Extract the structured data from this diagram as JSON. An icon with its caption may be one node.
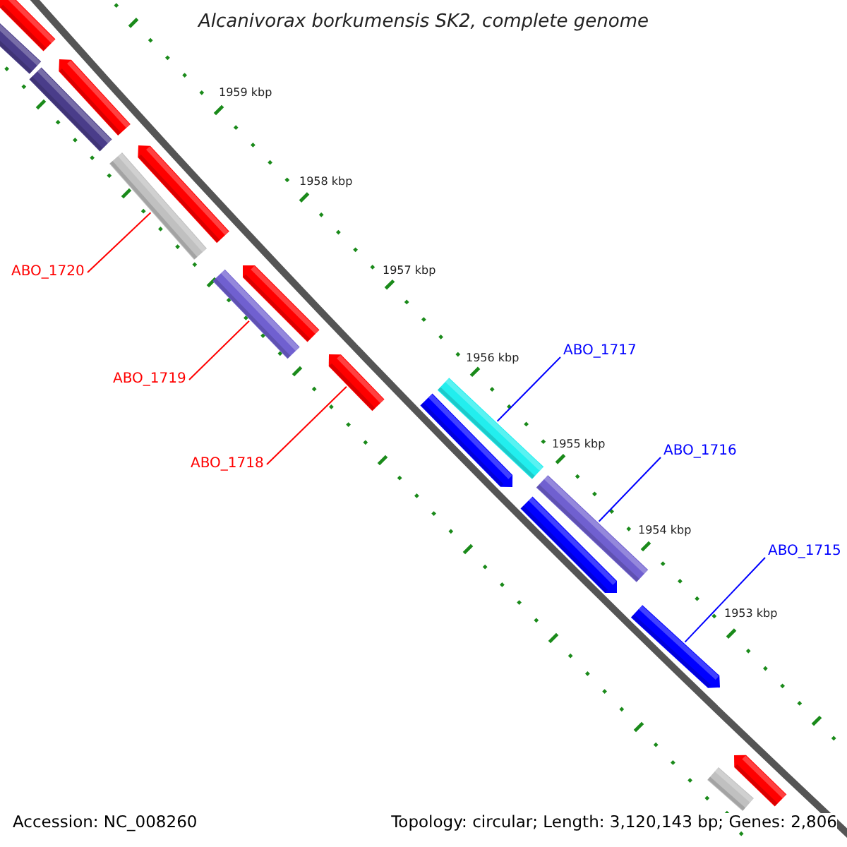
{
  "diagram": {
    "title": "Alcanivorax borkumensis SK2, complete genome",
    "nodes": [
      {
        "text": [
          "ABO_1720"
        ]
      },
      {
        "text": [
          "ABO_1719"
        ]
      },
      {
        "text": [
          "ABO_1718"
        ]
      },
      {
        "text": [
          "ABO_1717"
        ]
      },
      {
        "text": [
          "ABO_1716"
        ]
      },
      {
        "text": [
          "ABO_1715"
        ]
      },
      {
        "text": [],
        "shape": "arrow"
      },
      {
        "text": [],
        "shape": "arrow"
      },
      {
        "text": [],
        "shape": "arrow"
      },
      {
        "text": [],
        "shape": "arrow"
      },
      {
        "text": [],
        "shape": "arrow"
      },
      {
        "text": [],
        "shape": "bar"
      },
      {
        "text": [],
        "shape": "bar"
      },
      {
        "text": [],
        "shape": "bar"
      },
      {
        "text": [],
        "shape": "bar"
      },
      {
        "text": [],
        "shape": "bar"
      },
      {
        "text": [],
        "shape": "bar"
      },
      {
        "text": [],
        "shape": "arrow"
      },
      {
        "text": [],
        "shape": "arrow"
      },
      {
        "text": [],
        "shape": "arrow"
      },
      {
        "text": [],
        "shape": "bar"
      },
      {
        "text": [],
        "shape": "arrow"
      }
    ],
    "edges": [
      {
        "from": 0,
        "to": 13,
        "arrow": "none",
        "color": "#ff0000"
      },
      {
        "from": 1,
        "to": 14,
        "arrow": "none",
        "color": "#ff0000"
      },
      {
        "from": 2,
        "to": 10,
        "arrow": "none",
        "color": "#ff0000"
      },
      {
        "from": 3,
        "to": 15,
        "arrow": "none",
        "color": "#0000ff"
      },
      {
        "from": 4,
        "to": 16,
        "arrow": "none",
        "color": "#0000ff"
      },
      {
        "from": 5,
        "to": 19,
        "arrow": "none",
        "color": "#0000ff"
      }
    ],
    "labels": [
      "1959 kbp",
      "1958 kbp",
      "1957 kbp",
      "1956 kbp",
      "1955 kbp",
      "1954 kbp",
      "1953 kbp",
      "Accession: NC_008260",
      "Topology: circular; Length: 3,120,143 bp; Genes: 2,806"
    ]
  }
}
